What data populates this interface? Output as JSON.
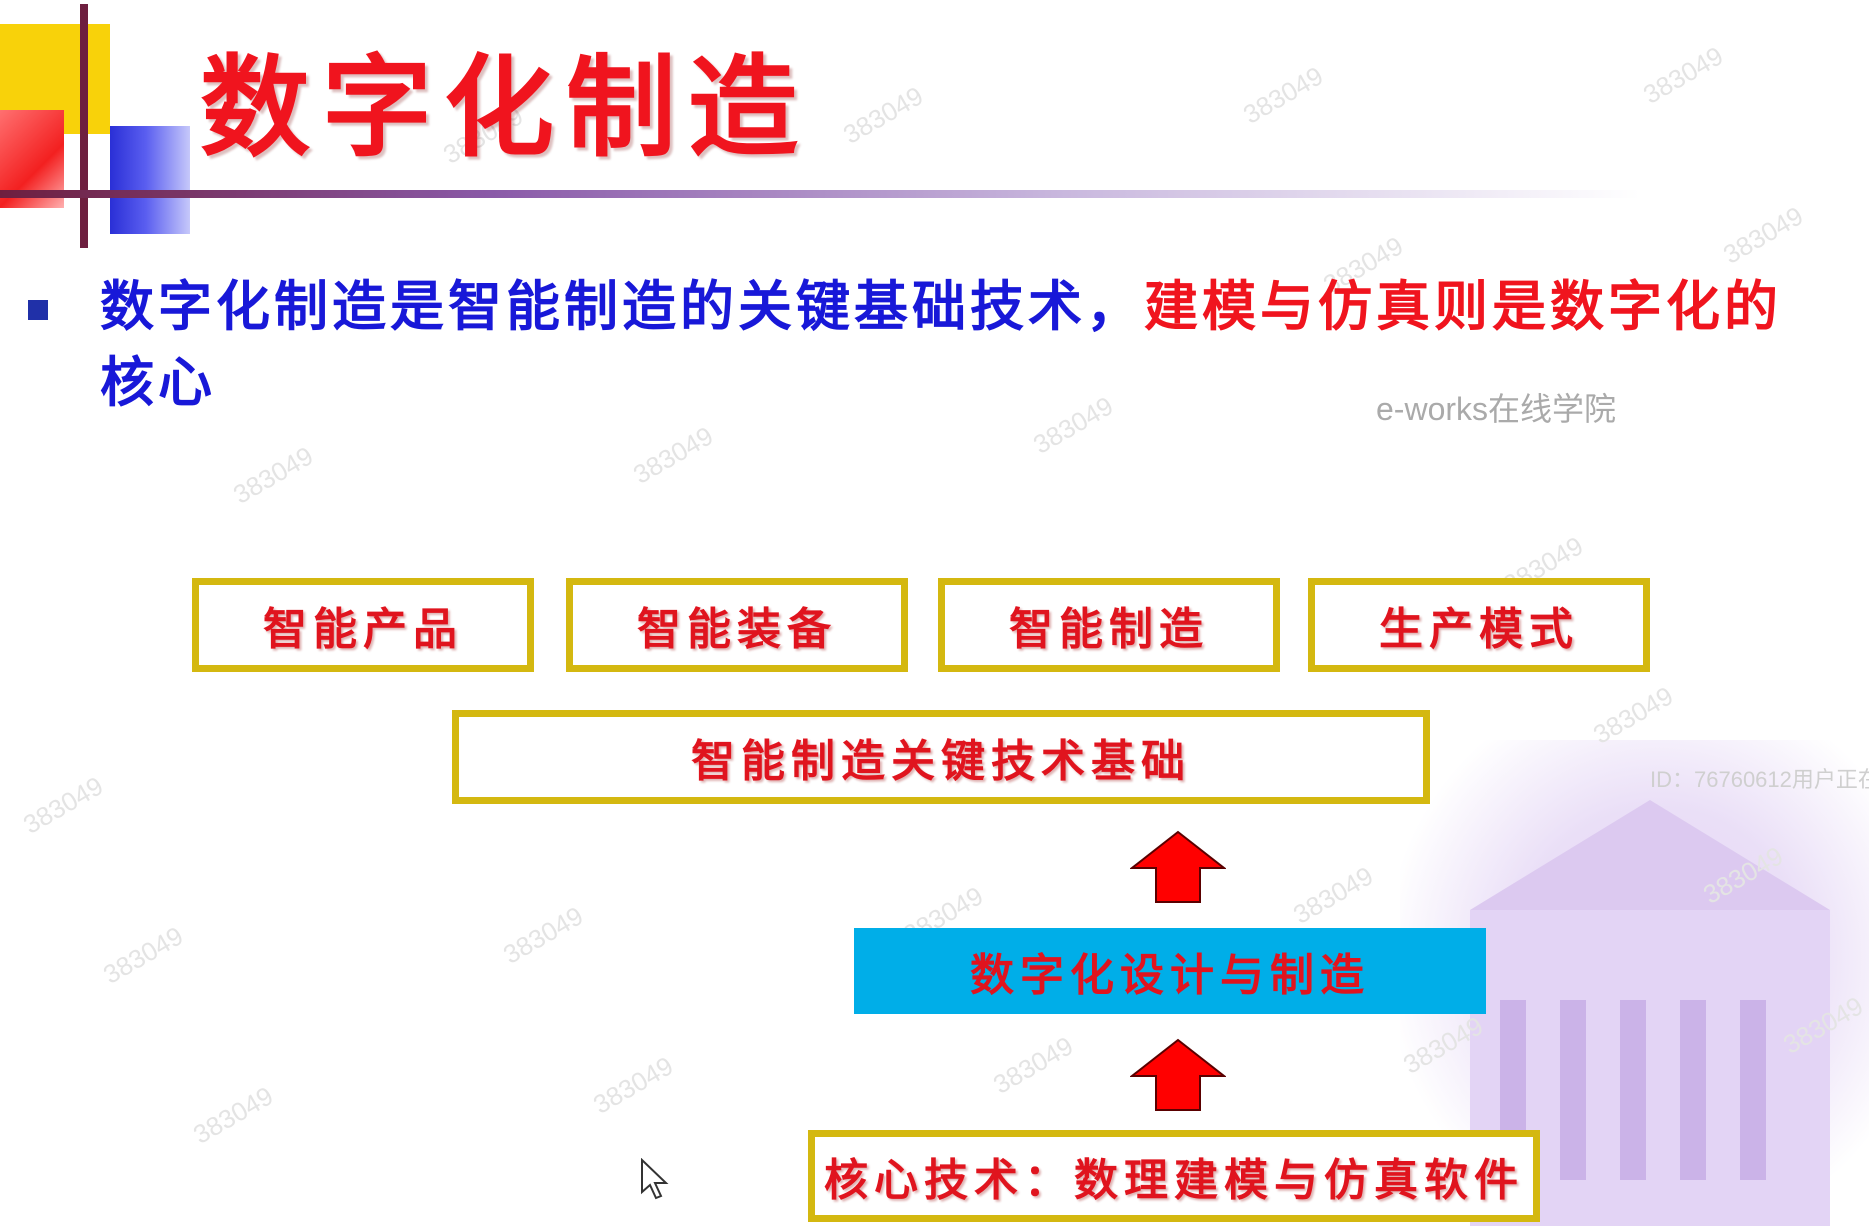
{
  "slide": {
    "title": "数字化制造",
    "intro_blue": "数字化制造是智能制造的关键基础技术，",
    "intro_red": "建模与仿真则是数字化的",
    "intro_blue2": "核心",
    "watermark_label": "e-works在线学院",
    "user_notice": "ID：76760612用户正在"
  },
  "diagram": {
    "top_row": [
      "智能产品",
      "智能装备",
      "智能制造",
      "生产模式"
    ],
    "foundation": "智能制造关键技术基础",
    "middle": "数字化设计与制造",
    "core": "核心技术：数理建模与仿真软件"
  },
  "watermarks": {
    "text": "383049"
  },
  "colors": {
    "title_red": "#f0141e",
    "intro_blue": "#1818d8",
    "box_border_gold": "#d4b810",
    "middle_cyan": "#00aee8",
    "arrow_red": "#ff0000"
  }
}
